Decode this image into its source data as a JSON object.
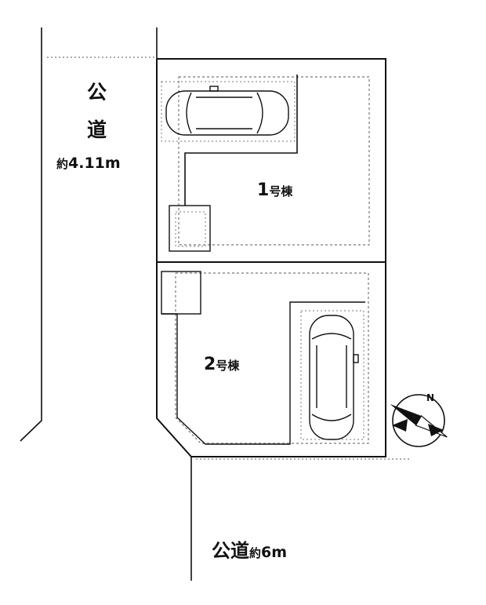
{
  "roads": {
    "west": {
      "name_line1": "公",
      "name_line2": "道",
      "width_prefix": "約",
      "width_value": "4.11m"
    },
    "south": {
      "name": "公道",
      "width_prefix": "約",
      "width_value": "6m"
    }
  },
  "lots": [
    {
      "number": "1",
      "suffix": "号棟"
    },
    {
      "number": "2",
      "suffix": "号棟"
    }
  ],
  "compass": {
    "letter": "N"
  },
  "colors": {
    "line": "#111111",
    "dash": "#777777",
    "background": "#ffffff"
  }
}
